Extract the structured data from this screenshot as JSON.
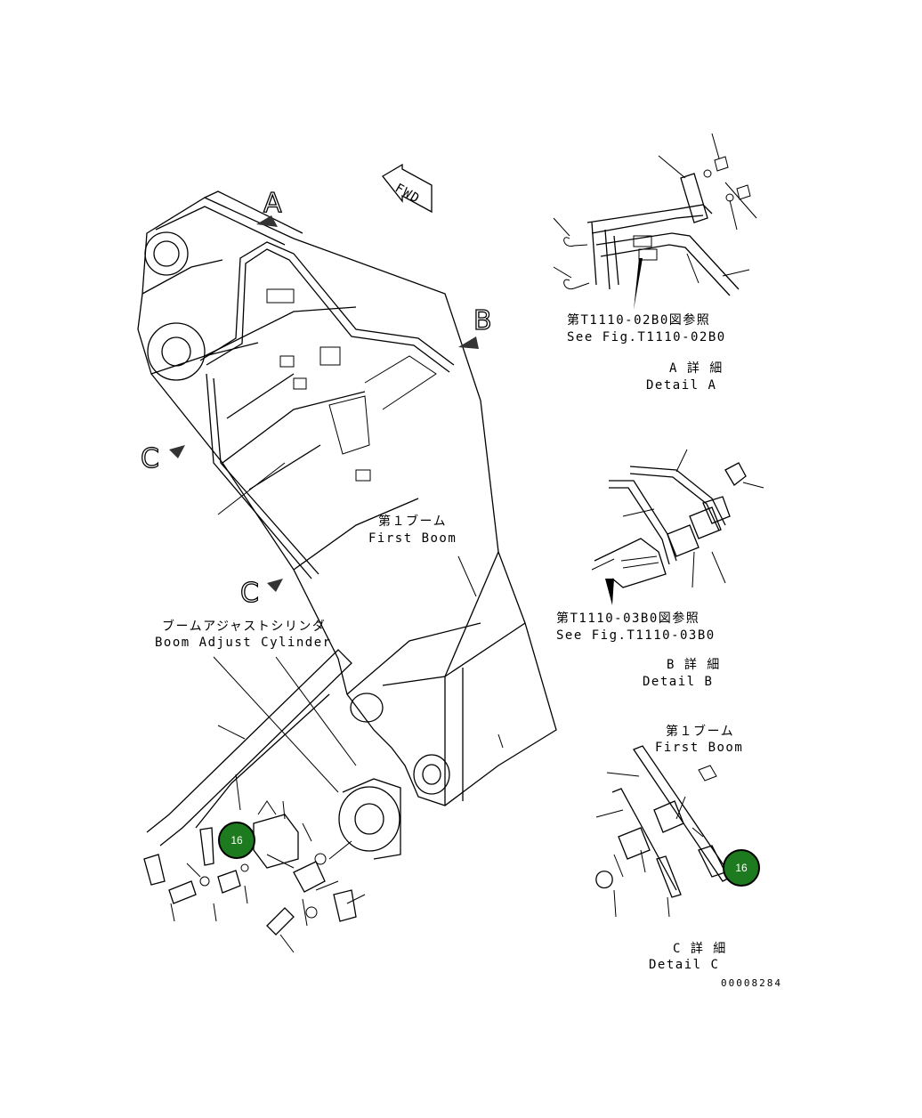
{
  "view_labels": {
    "a": "A",
    "b": "B",
    "c1": "C",
    "c2": "C"
  },
  "fwd": "FWD",
  "main_boom": {
    "jp": "第１ブーム",
    "en": "First Boom"
  },
  "cylinder": {
    "jp": "ブームアジャストシリンダ",
    "en": "Boom Adjust Cylinder"
  },
  "detail_a": {
    "ref_jp": "第T1110-02B0図参照",
    "ref_en": "See Fig.T1110-02B0",
    "title_jp": "A 詳 細",
    "title_en": "Detail A"
  },
  "detail_b": {
    "ref_jp": "第T1110-03B0図参照",
    "ref_en": "See Fig.T1110-03B0",
    "title_jp": "B 詳 細",
    "title_en": "Detail B"
  },
  "detail_c": {
    "boom_jp": "第１ブーム",
    "boom_en": "First Boom",
    "title_jp": "C 詳 細",
    "title_en": "Detail C"
  },
  "badges": [
    "16",
    "16"
  ],
  "badge_color": "#1e7a1e",
  "drawing_number": "00008284"
}
